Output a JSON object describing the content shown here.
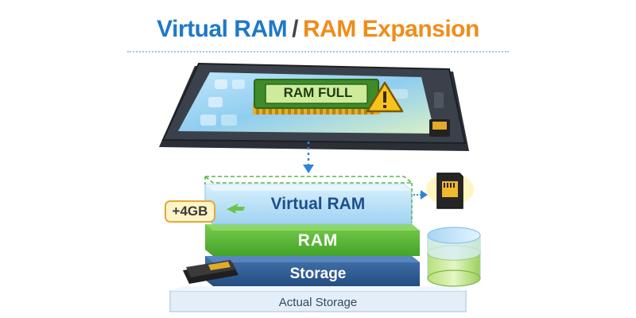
{
  "title": {
    "part1": "Virtual RAM",
    "separator": "/",
    "part2": "RAM Expansion"
  },
  "phone": {
    "chip_label": "RAM FULL",
    "warning_symbol": "!"
  },
  "stack": {
    "virtual_ram": "Virtual RAM",
    "ram": "RAM",
    "storage": "Storage",
    "actual_storage": "Actual Storage"
  },
  "badge": "+4GB",
  "colors": {
    "title_blue": "#1f78c8",
    "title_orange": "#f08c1a",
    "ram_green": "#5cb83a",
    "storage_blue": "#2f5e96",
    "virtual_ram_blue": "#a9d7f4",
    "warning_yellow": "#f7c31c"
  },
  "icons": [
    "smartphone-icon",
    "ram-chip-icon",
    "warning-icon",
    "sd-card-icon",
    "database-cylinder-icon",
    "memory-card-icon",
    "arrow-down-icon",
    "arrow-right-icon"
  ]
}
